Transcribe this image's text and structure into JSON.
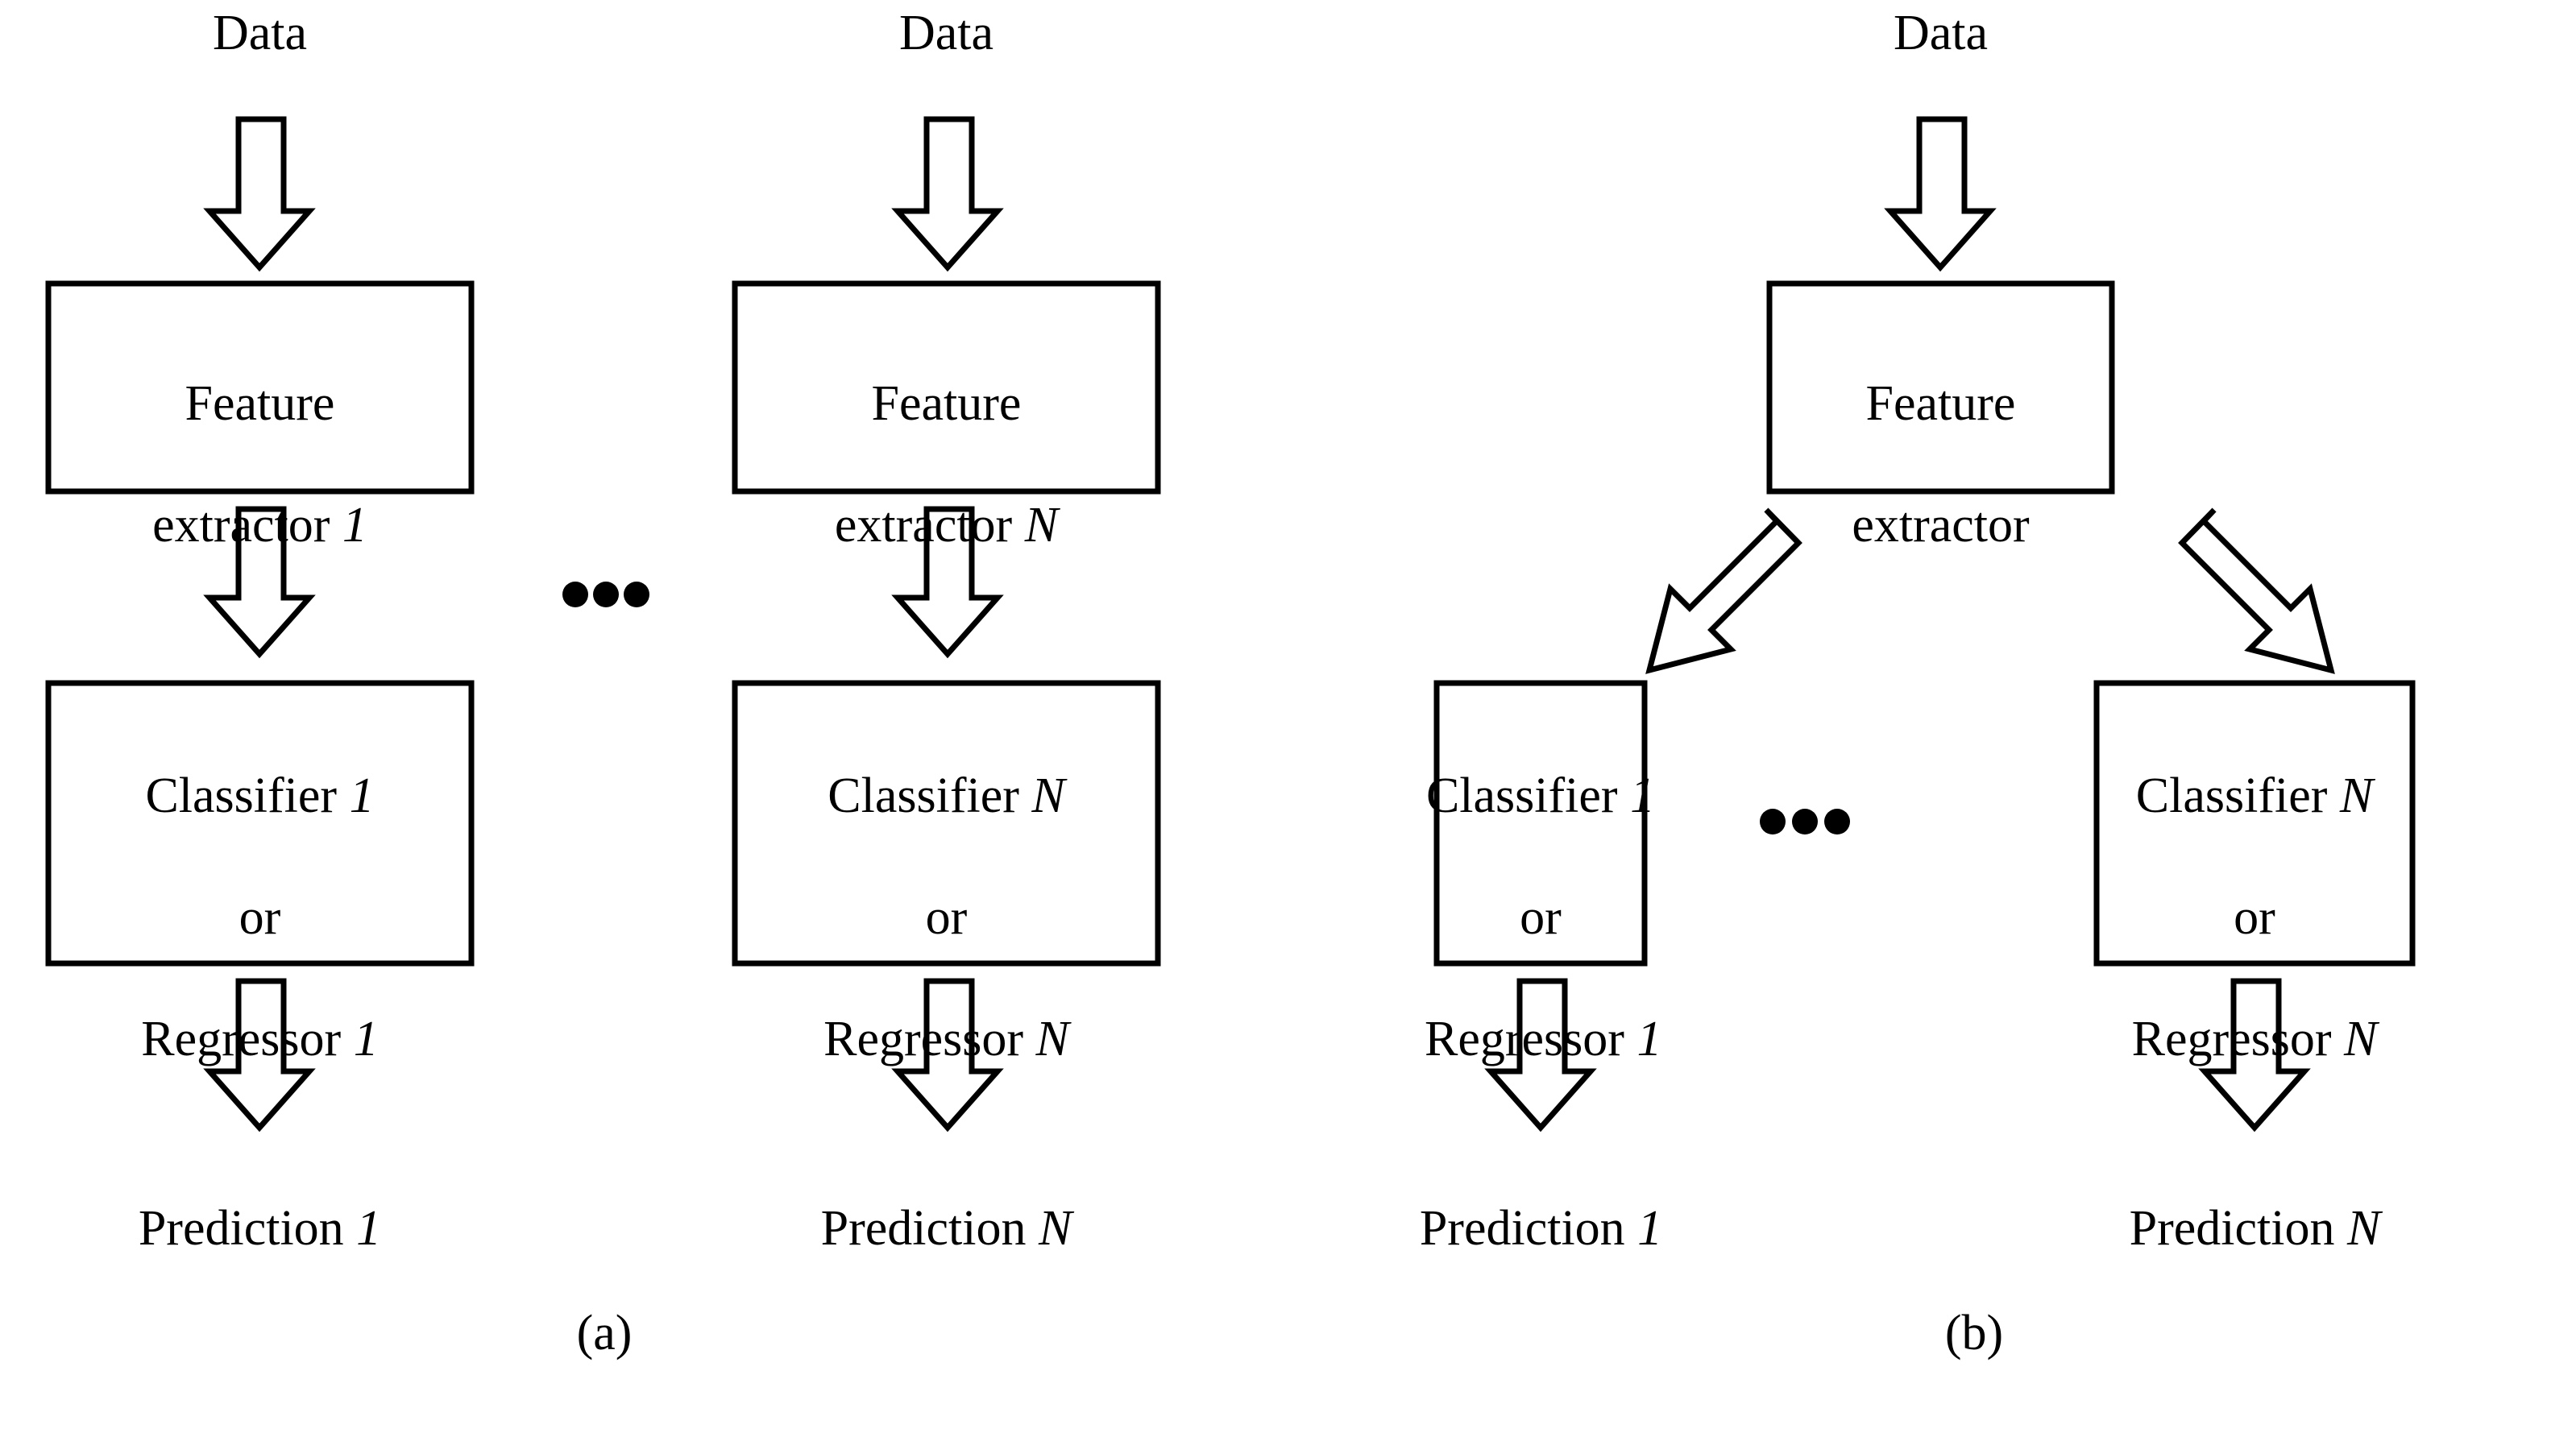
{
  "figure": {
    "type": "block-diagram",
    "description": "Two model-architecture block diagrams compared side by side",
    "background_color": "#ffffff",
    "line_color": "#000000",
    "panels": [
      {
        "id": "a",
        "label": "(a)",
        "caption_label": "(a)",
        "ellipsis": "•••",
        "columns": [
          {
            "id": "a-col-1",
            "input_label": "Data",
            "feature_box_line1": "Feature",
            "feature_box_line2": "extractor 1",
            "feature_box_index": "1",
            "head_box_line1": "Classifier 1",
            "head_box_line2": "or",
            "head_box_line3": "Regressor 1",
            "head_box_index": "1",
            "output_label": "Prediction 1"
          },
          {
            "id": "a-col-n",
            "input_label": "Data",
            "feature_box_line1": "Feature",
            "feature_box_line2": "extractor N",
            "feature_box_index": "N",
            "head_box_line1": "Classifier N",
            "head_box_line2": "or",
            "head_box_line3": "Regressor N",
            "head_box_index": "N",
            "output_label": "Prediction N"
          }
        ]
      },
      {
        "id": "b",
        "label": "(b)",
        "caption_label": "(b)",
        "ellipsis": "•••",
        "input_label": "Data",
        "shared_feature_box_line1": "Feature",
        "shared_feature_box_line2": "extractor",
        "columns": [
          {
            "id": "b-col-1",
            "head_box_line1": "Classifier 1",
            "head_box_line2": "or",
            "head_box_line3": "Regressor 1",
            "head_box_index": "1",
            "output_label": "Prediction 1"
          },
          {
            "id": "b-col-n",
            "head_box_line1": "Classifier N",
            "head_box_line2": "or",
            "head_box_line3": "Regressor N",
            "head_box_index": "N",
            "output_label": "Prediction N"
          }
        ]
      }
    ]
  }
}
